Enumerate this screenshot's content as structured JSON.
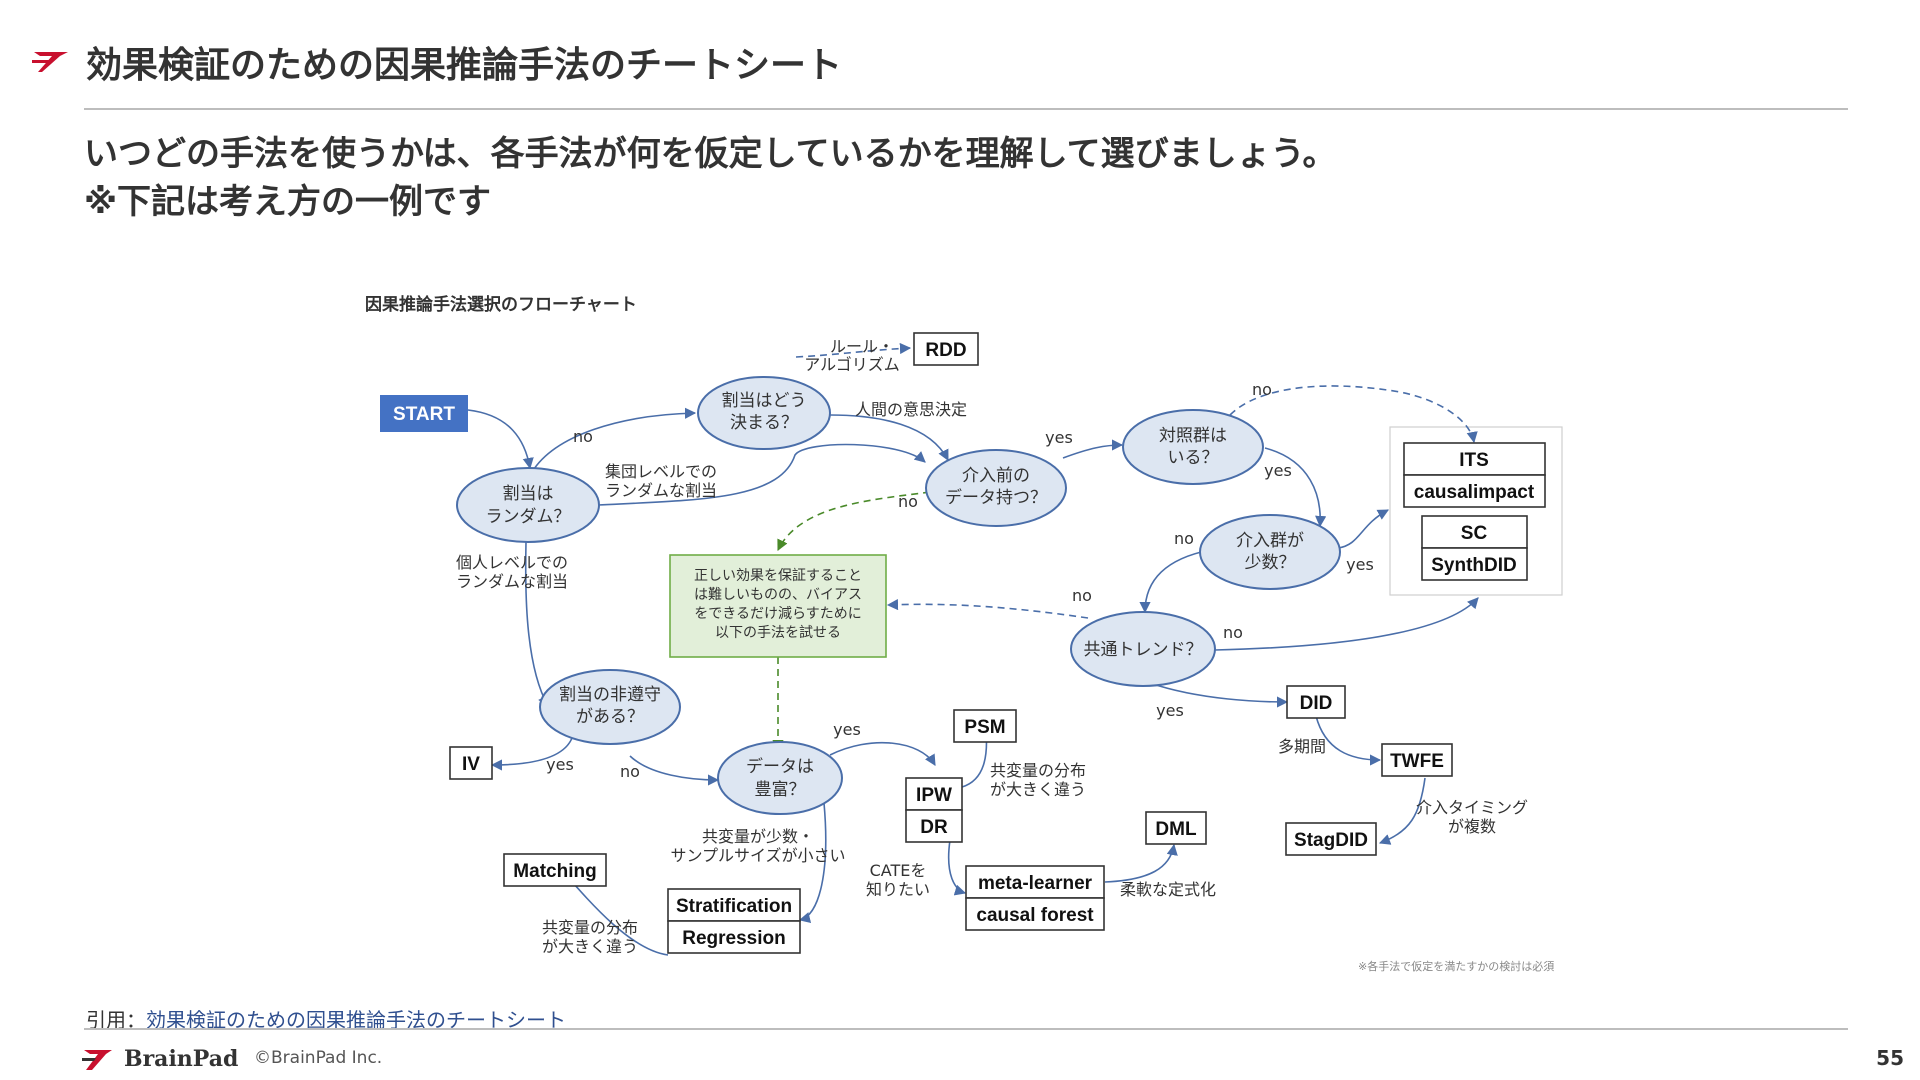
{
  "header": {
    "title": "効果検証のための因果推論手法のチートシート"
  },
  "lead": {
    "line1": "いつどの手法を使うかは、各手法が何を仮定しているかを理解して選びましょう。",
    "line2": "※下記は考え方の一例です"
  },
  "flowchart": {
    "title": "因果推論手法選択のフローチャート",
    "start": "START",
    "decisions": {
      "random": [
        "割当は",
        "ランダム？"
      ],
      "how": [
        "割当はどう",
        "決まる？"
      ],
      "pre_data": [
        "介入前の",
        "データ持つ？"
      ],
      "control": [
        "対照群は",
        "いる？"
      ],
      "few_treated": [
        "介入群が",
        "少数？"
      ],
      "trend": [
        "共通トレンド？"
      ],
      "noncompliance": [
        "割当の非遵守",
        "がある？"
      ],
      "rich": [
        "データは",
        "豊富？"
      ]
    },
    "methods": {
      "rdd": "RDD",
      "its": "ITS",
      "causalimpact": "causalimpact",
      "sc": "SC",
      "synthdid": "SynthDID",
      "did": "DID",
      "twfe": "TWFE",
      "stagdid": "StagDID",
      "iv": "IV",
      "psm": "PSM",
      "ipw": "IPW",
      "dr": "DR",
      "dml": "DML",
      "meta_learner": "meta-learner",
      "causal_forest": "causal forest",
      "matching": "Matching",
      "stratification": "Stratification",
      "regression": "Regression"
    },
    "note_box": [
      "正しい効果を保証すること",
      "は難しいものの、バイアス",
      "をできるだけ減らすために",
      "以下の手法を試せる"
    ],
    "edge_labels": {
      "rule": [
        "ルール・",
        "アルゴリズム"
      ],
      "human": "人間の意思決定",
      "no": "no",
      "yes": "yes",
      "group_random": [
        "集団レベルでの",
        "ランダムな割当"
      ],
      "individual_random": [
        "個人レベルでの",
        "ランダムな割当"
      ],
      "multi_period": "多期間",
      "multi_timing": [
        "介入タイミング",
        "が複数"
      ],
      "cov_diff_psm": [
        "共変量の分布",
        "が大きく違う"
      ],
      "few_cov": [
        "共変量が少数・",
        "サンプルサイズが小さい"
      ],
      "cov_diff_matching": [
        "共変量の分布",
        "が大きく違う"
      ],
      "cate": [
        "CATEを",
        "知りたい"
      ],
      "flexible": "柔軟な定式化"
    },
    "footnote": "※各手法で仮定を満たすかの検討は必須"
  },
  "citation": {
    "prefix": "引用：",
    "link_text": "効果検証のための因果推論手法のチートシート"
  },
  "footer": {
    "brand": "BrainPad",
    "copyright": "©BrainPad Inc.",
    "page": "55"
  },
  "colors": {
    "accent": "#c8102e",
    "ellipse_fill": "#dde6f2",
    "ellipse_stroke": "#4a6ea9",
    "start": "#4472c4",
    "note_fill": "#e2efd9",
    "note_stroke": "#70ad47"
  }
}
